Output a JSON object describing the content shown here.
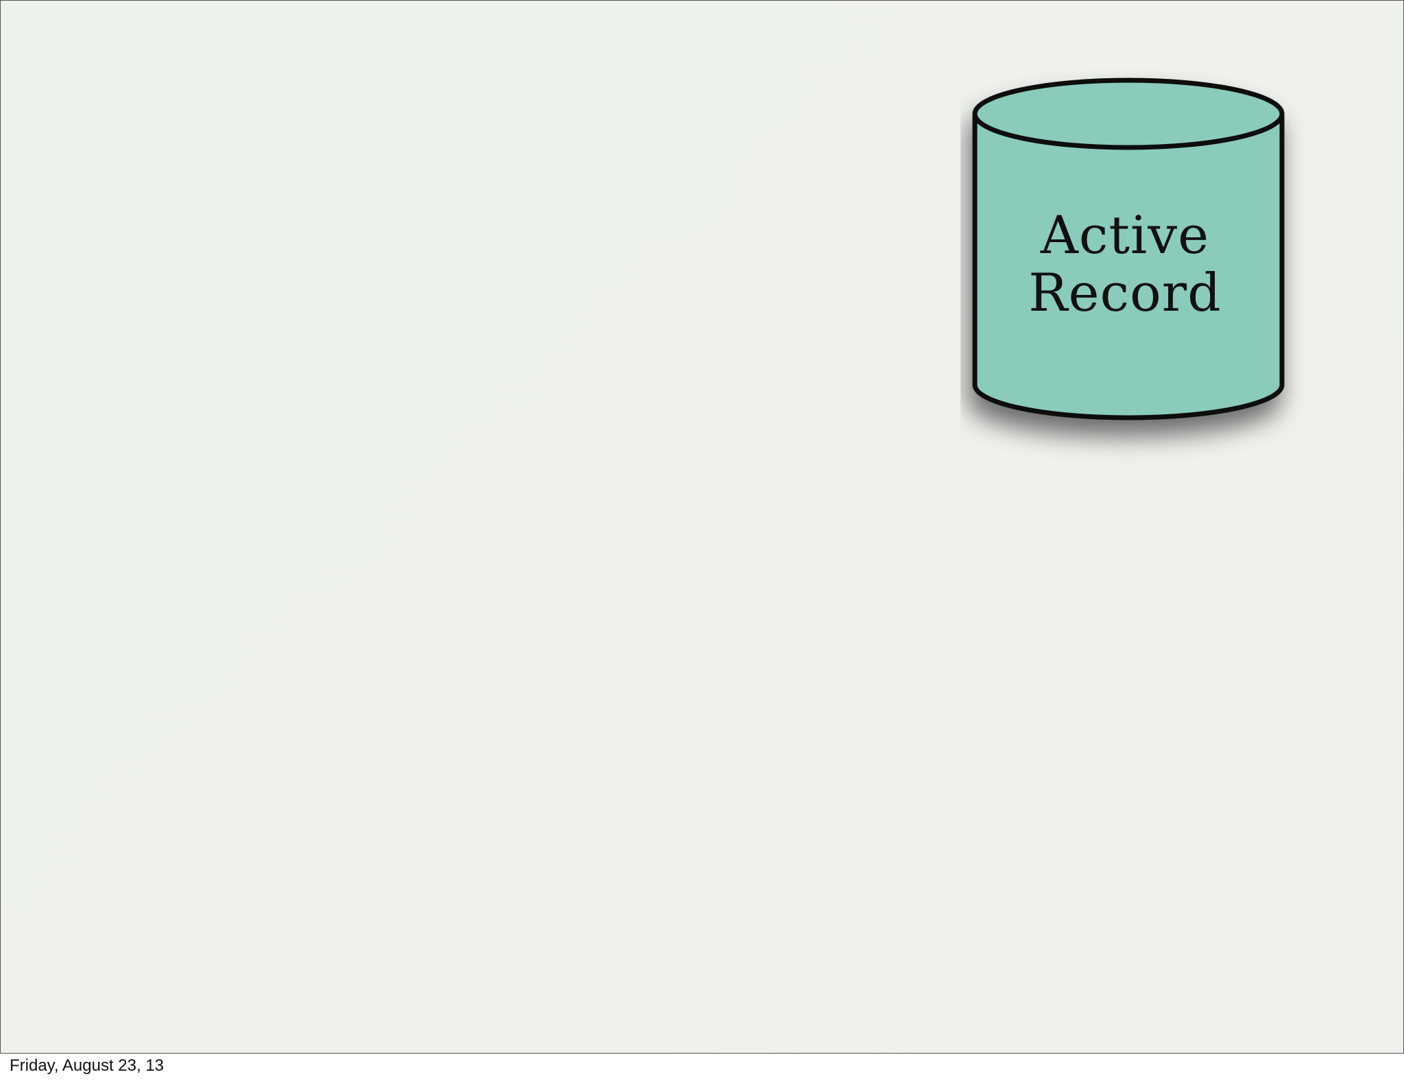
{
  "slide": {
    "background_color": "#eef1ec",
    "database": {
      "label_line1": "Active",
      "label_line2": "Record",
      "fill_color": "#8bcbbb",
      "stroke_color": "#0a0a0a",
      "icon": "database-cylinder-icon"
    }
  },
  "footer": {
    "date": "Friday, August 23, 13"
  }
}
